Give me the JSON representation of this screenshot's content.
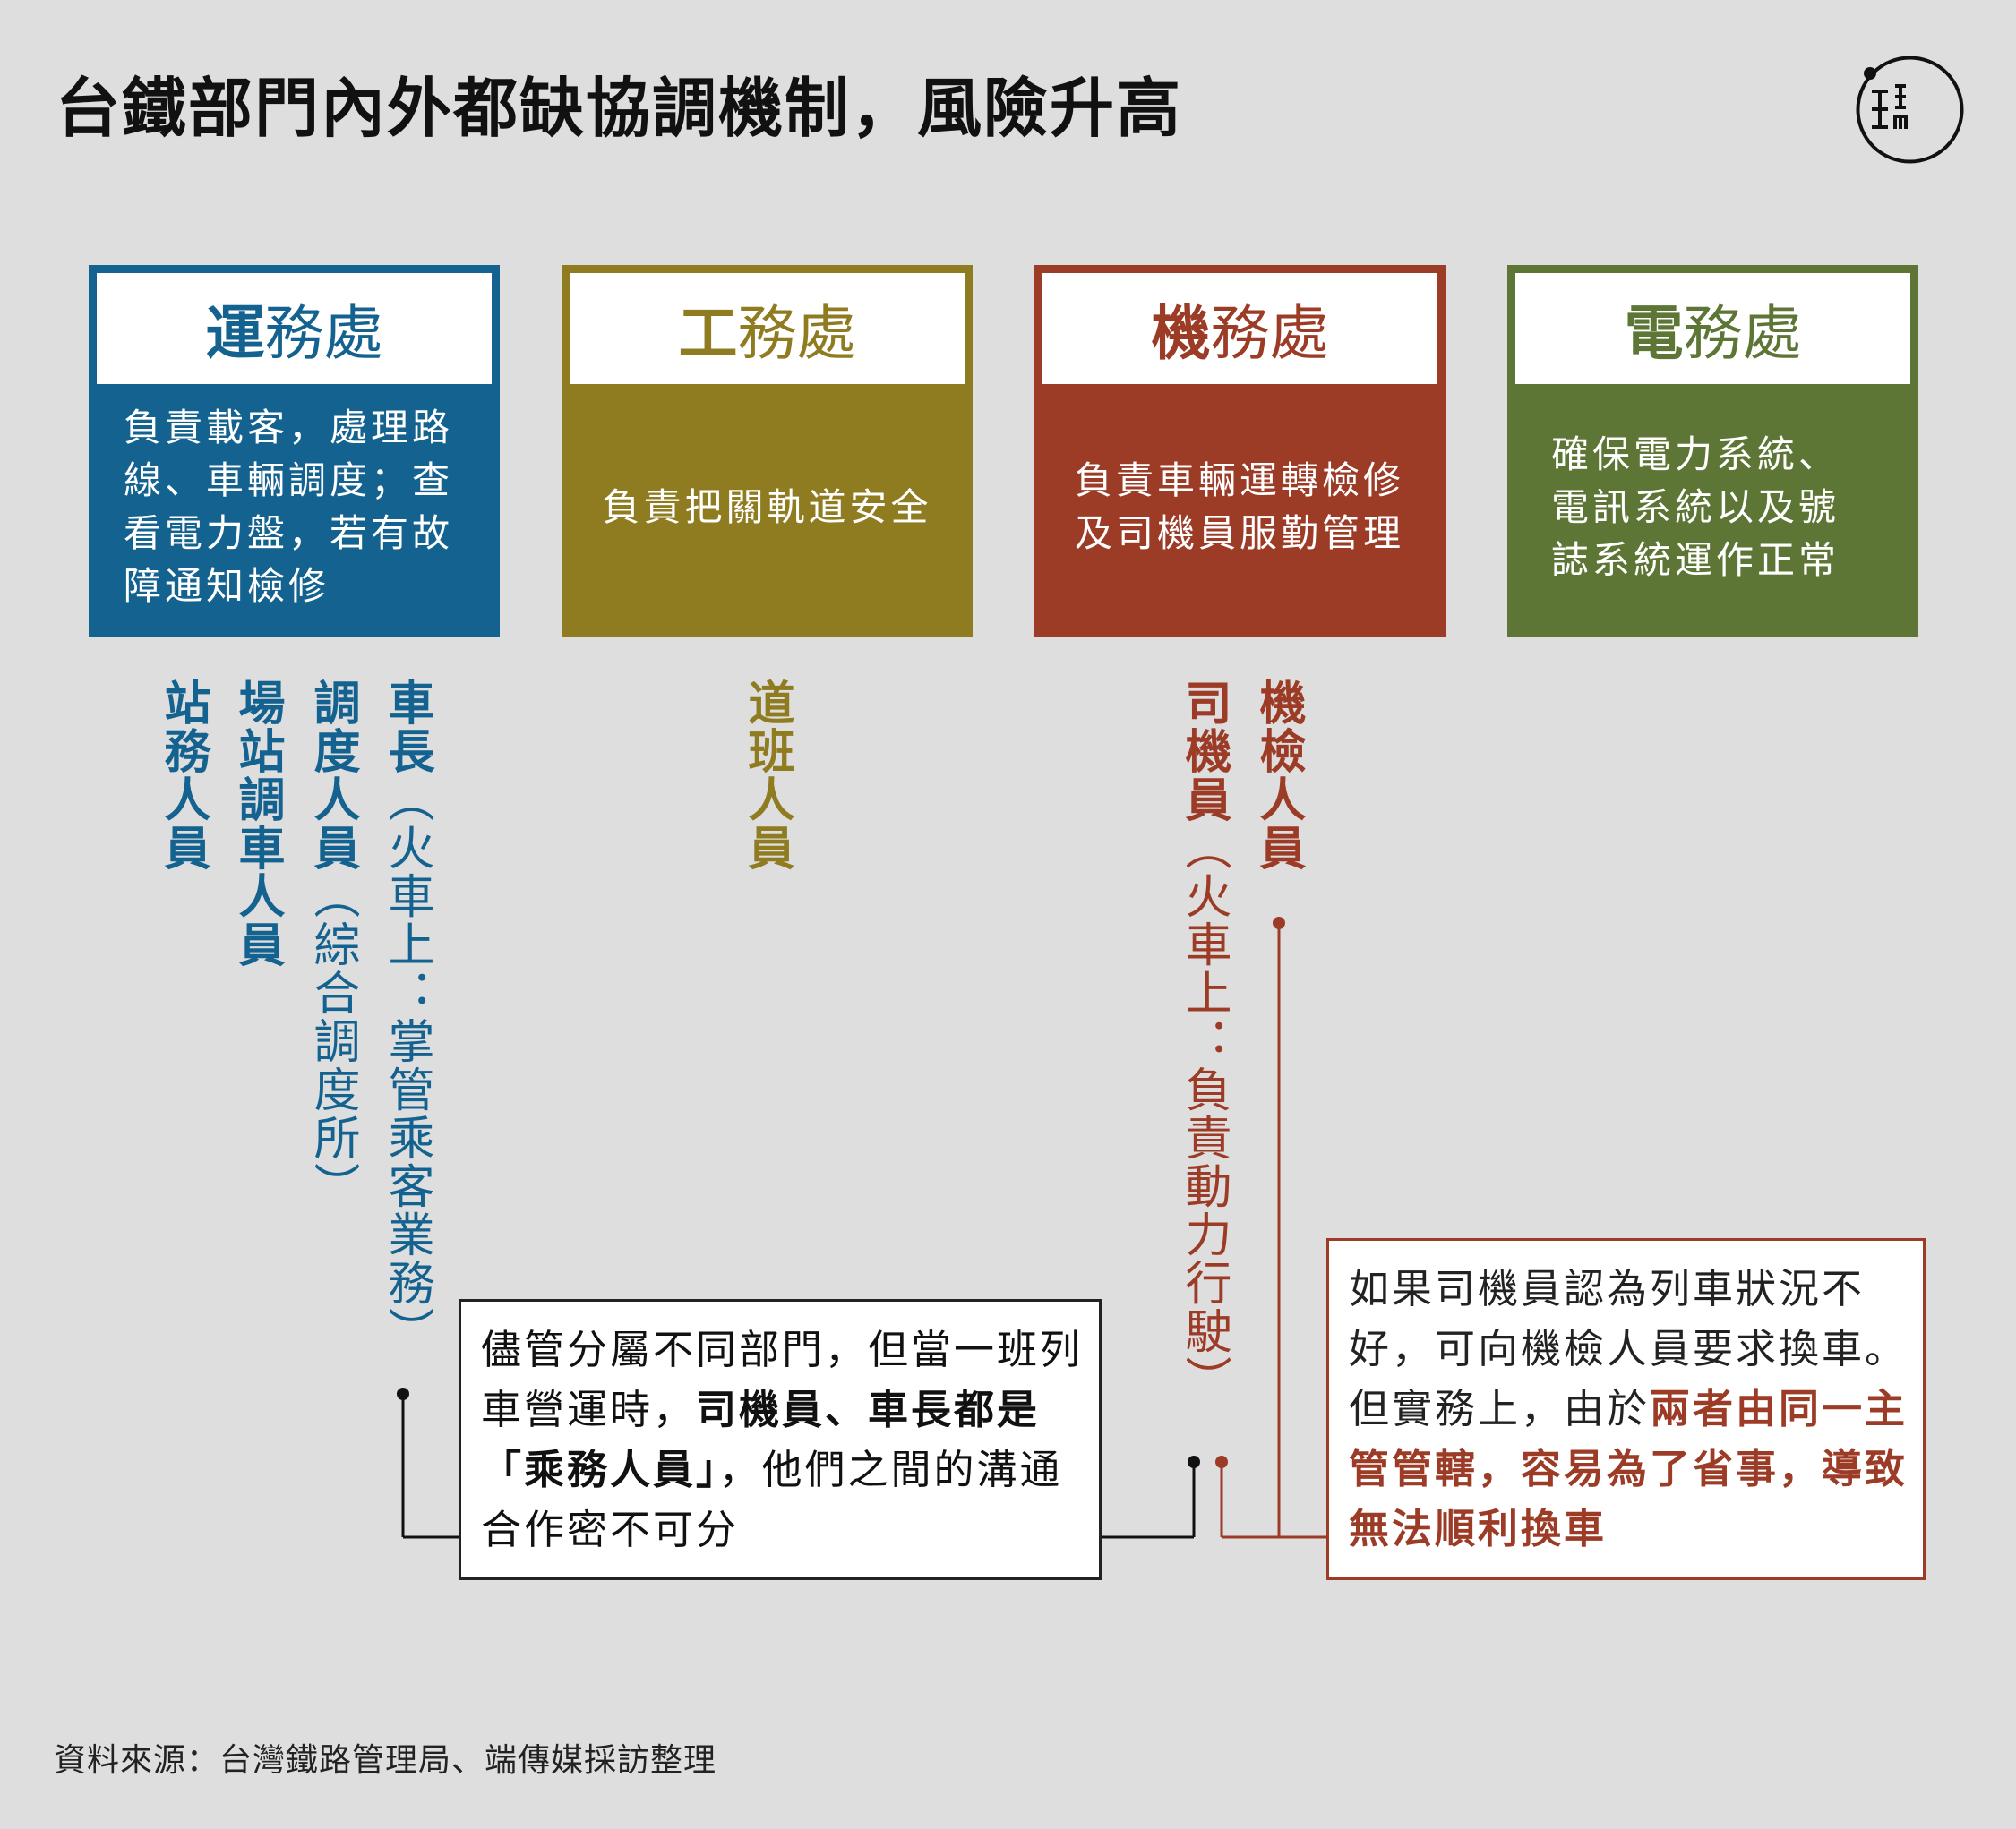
{
  "title": "台鐵部門內外都缺協調機制，風險升高",
  "departments": [
    {
      "bold": "運",
      "rest": "務處",
      "desc": "負責載客，處理路線、車輛調度；查看電力盤，若有故障通知檢修",
      "color": "#14628f"
    },
    {
      "bold": "工",
      "rest": "務處",
      "desc": "負責把關軌道安全",
      "color": "#8f7b20"
    },
    {
      "bold": "機",
      "rest": "務處",
      "desc": "負責車輛運轉檢修及司機員服勤管理",
      "color": "#9c3b26"
    },
    {
      "bold": "電",
      "rest": "務處",
      "desc": "確保電力系統、電訊系統以及號誌系統運作正常",
      "color": "#5d7636"
    }
  ],
  "personnel": {
    "station_staff": "站務人員",
    "yard_dispatcher": "場站調車人員",
    "dispatcher": "調度人員",
    "dispatcher_note": "（綜合調度所）",
    "conductor": "車長",
    "conductor_note": "（火車上：掌管乘客業務）",
    "track_crew": "道班人員",
    "driver": "司機員",
    "driver_note": "（火車上：負責動力行駛）",
    "inspector": "機檢人員"
  },
  "note1": {
    "t1": "儘管分屬不同部門，但當一班列車營運時，",
    "b1": "司機員、車長都是「乘務人員」",
    "t2": "，他們之間的溝通合作密不可分"
  },
  "note2": {
    "t1": "如果司機員認為列車狀況不好，可向機檢人員要求換車。但實務上，由於",
    "b1": "兩者由同一主管管轄，容易為了省事，導致無法順利換車"
  },
  "source": "資料來源：台灣鐵路管理局、端傳媒採訪整理",
  "colors": {
    "blue": "#14628f",
    "olive": "#8f7b20",
    "red": "#9c3b26",
    "green": "#5d7636"
  }
}
